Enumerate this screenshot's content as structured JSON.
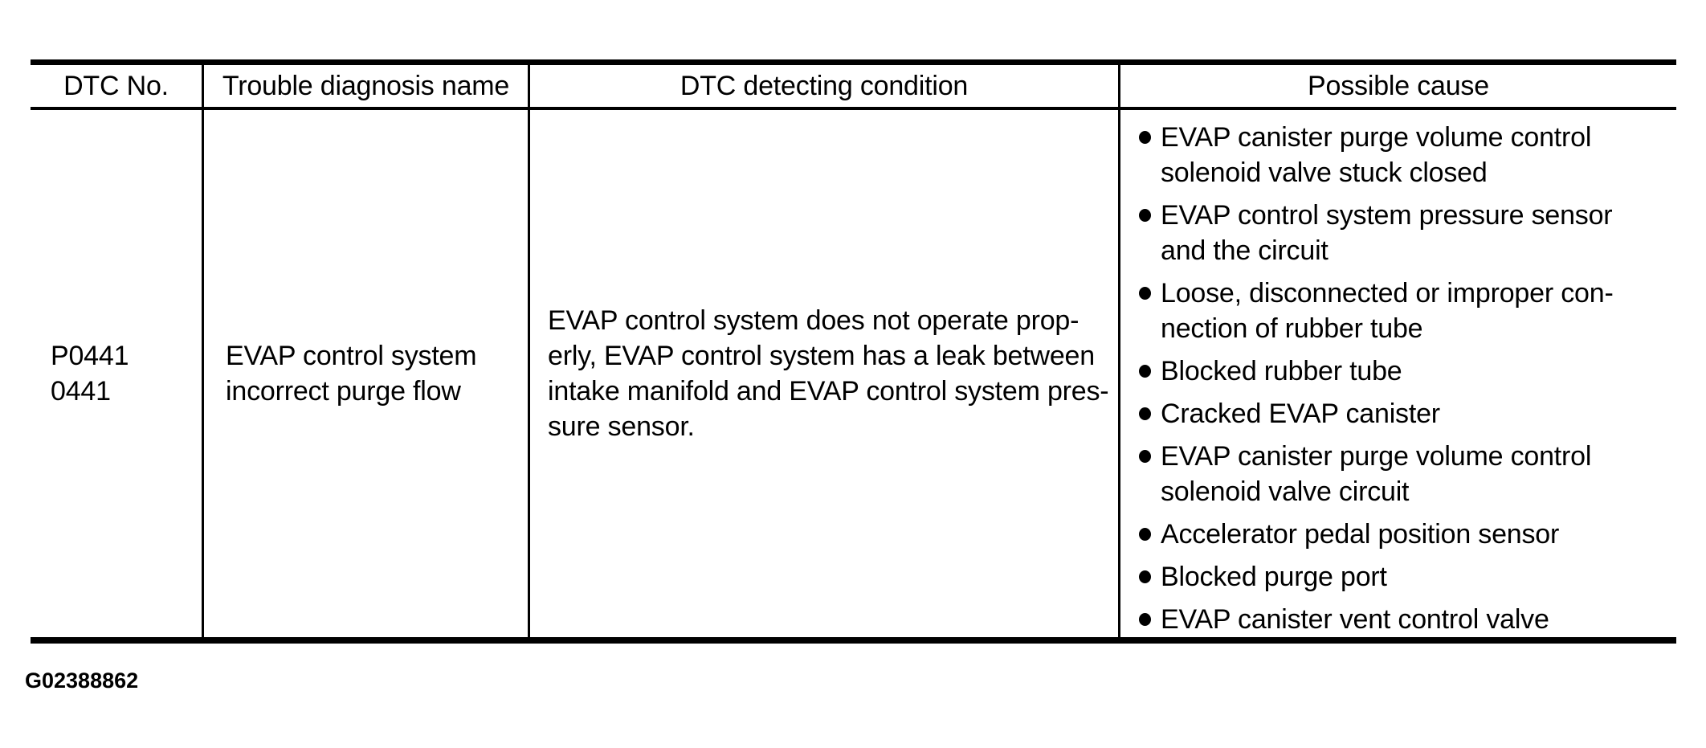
{
  "page": {
    "background": "#ffffff",
    "text_color": "#000000",
    "rule_color": "#000000"
  },
  "table": {
    "headers": [
      {
        "label": "DTC No."
      },
      {
        "label": "Trouble diagnosis name"
      },
      {
        "label": "DTC detecting condition"
      },
      {
        "label": "Possible cause"
      }
    ],
    "row": {
      "dtc_no_lines": [
        "P0441",
        "0441"
      ],
      "trouble_diagnosis_name_lines": [
        "EVAP control system",
        "incorrect purge flow"
      ],
      "dtc_detecting_condition_lines": [
        "EVAP control system does not operate prop-",
        "erly, EVAP control system has a leak between",
        "intake manifold and EVAP control system pres-",
        "sure sensor."
      ],
      "possible_causes": [
        {
          "lines": [
            "EVAP canister purge volume control",
            "solenoid valve stuck closed"
          ]
        },
        {
          "lines": [
            "EVAP control system pressure sensor",
            "and the circuit"
          ]
        },
        {
          "lines": [
            "Loose, disconnected or improper con-",
            "nection of rubber tube"
          ]
        },
        {
          "lines": [
            "Blocked rubber tube"
          ]
        },
        {
          "lines": [
            "Cracked EVAP canister"
          ]
        },
        {
          "lines": [
            "EVAP canister purge volume control",
            "solenoid valve circuit"
          ]
        },
        {
          "lines": [
            "Accelerator pedal position sensor"
          ]
        },
        {
          "lines": [
            "Blocked purge port"
          ]
        },
        {
          "lines": [
            "EVAP canister vent control valve"
          ]
        }
      ]
    }
  },
  "footer": {
    "figure_id": "G02388862"
  }
}
